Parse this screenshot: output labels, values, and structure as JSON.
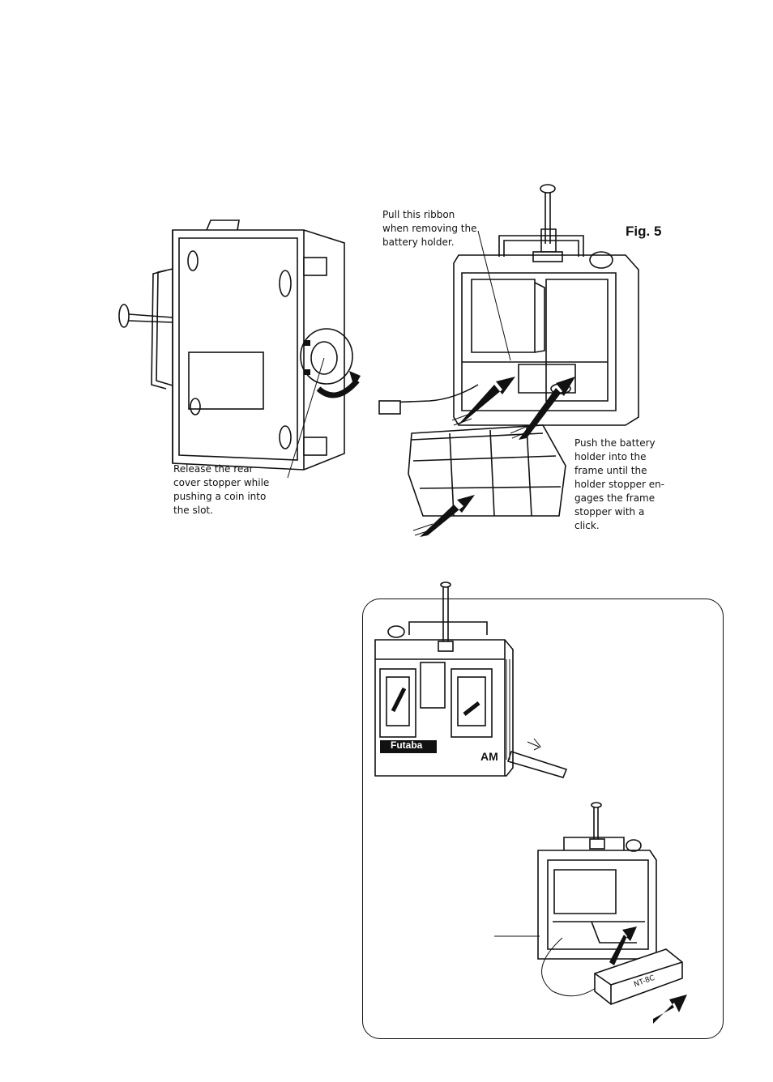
{
  "figure": {
    "label": "Fig. 5",
    "captions": {
      "pull_ribbon": "Pull this ribbon\nwhen removing the\nbattery holder.",
      "release_cover": "Release the rear\ncover stopper while\npushing a coin into\nthe slot.",
      "push_holder": "Push the battery\nholder into the\nframe until the\nholder stopper en-\ngages the frame\nstopper with a\nclick."
    }
  },
  "inset": {
    "brand": "Futaba",
    "model": "AM",
    "battery_label": "NT-8C"
  }
}
